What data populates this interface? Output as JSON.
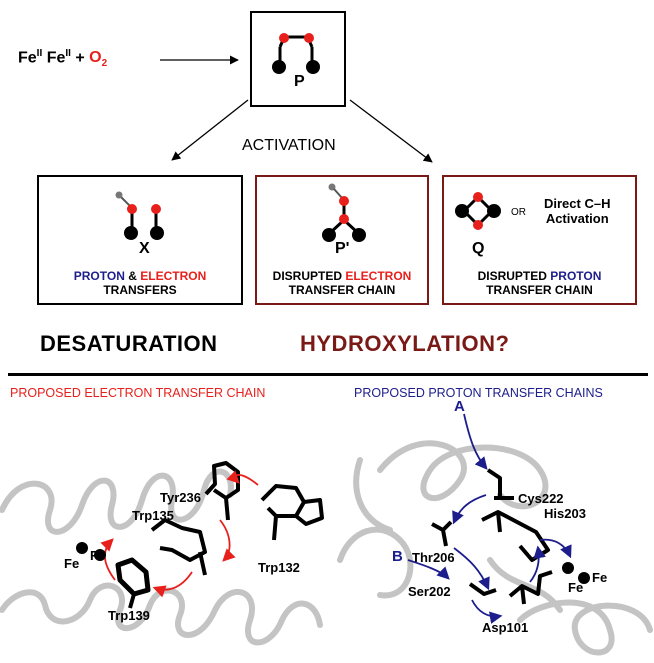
{
  "reaction": {
    "fe_a": "Fe",
    "sup_a": "II",
    "fe_b": "Fe",
    "sup_b": "II",
    "plus": "+",
    "o": "O",
    "o_sub": "2"
  },
  "activation": "ACTIVATION",
  "states": {
    "p": "P",
    "x": {
      "label": "X",
      "cap1a": "PROTON",
      "cap1b": "&",
      "cap1c": "ELECTRON",
      "cap2": "TRANSFERS"
    },
    "pprime": {
      "label": "P'",
      "cap1a": "DISRUPTED",
      "cap1b": "ELECTRON",
      "cap2": "TRANSFER CHAIN"
    },
    "q": {
      "label": "Q",
      "or": "OR",
      "direct1": "Direct C–H",
      "direct2": "Activation",
      "cap1a": "DISRUPTED",
      "cap1b": "PROTON",
      "cap2": "TRANSFER CHAIN"
    }
  },
  "outcomes": {
    "desaturation": "DESATURATION",
    "hydroxylation": "HYDROXYLATION?"
  },
  "electron_chain": {
    "title": "PROPOSED ELECTRON TRANSFER CHAIN",
    "fe1": "Fe",
    "fe2": "Fe",
    "residues": [
      "Tyr236",
      "Trp135",
      "Trp139",
      "Trp132"
    ]
  },
  "proton_chain": {
    "title": "PROPOSED PROTON TRANSFER CHAINS",
    "label_a": "A",
    "label_b": "B",
    "fe1": "Fe",
    "fe2": "Fe",
    "residues": [
      "Cys222",
      "Thr206",
      "His203",
      "Ser202",
      "Asp101"
    ]
  },
  "colors": {
    "red": "#e8201c",
    "blue": "#1d1e8c",
    "maroon": "#7a1a17",
    "grey": "#c4c4c4"
  }
}
